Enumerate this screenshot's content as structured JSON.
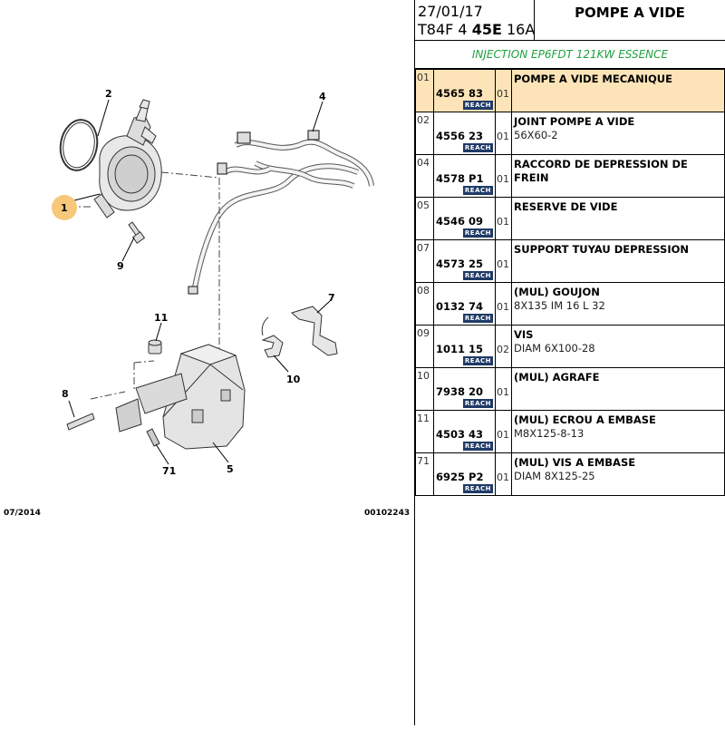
{
  "header": {
    "date": "27/01/17",
    "code_prefix": "T84F 4",
    "code_bold": "45E",
    "code_suffix": "16A",
    "title": "POMPE A VIDE"
  },
  "engine": "INJECTION EP6FDT 121KW ESSENCE",
  "footer": {
    "date": "07/2014",
    "ref": "00102243"
  },
  "reach_label": "REACH",
  "callouts": [
    "1",
    "2",
    "4",
    "5",
    "7",
    "8",
    "9",
    "10",
    "11",
    "71"
  ],
  "parts": [
    {
      "idx": "01",
      "ref_a": "4565",
      "ref_b": "83",
      "qty": "01",
      "name": "POMPE A VIDE MECANIQUE",
      "detail": ""
    },
    {
      "idx": "02",
      "ref_a": "4556",
      "ref_b": "23",
      "qty": "01",
      "name": "JOINT POMPE A VIDE",
      "detail": "56X60-2"
    },
    {
      "idx": "04",
      "ref_a": "4578",
      "ref_b": "P1",
      "qty": "01",
      "name": "RACCORD DE DEPRESSION DE FREIN",
      "detail": ""
    },
    {
      "idx": "05",
      "ref_a": "4546",
      "ref_b": "09",
      "qty": "01",
      "name": "RESERVE DE VIDE",
      "detail": ""
    },
    {
      "idx": "07",
      "ref_a": "4573",
      "ref_b": "25",
      "qty": "01",
      "name": "SUPPORT TUYAU DEPRESSION",
      "detail": ""
    },
    {
      "idx": "08",
      "ref_a": "0132",
      "ref_b": "74",
      "qty": "01",
      "name": "(MUL) GOUJON",
      "detail": "8X135 IM 16 L 32"
    },
    {
      "idx": "09",
      "ref_a": "1011",
      "ref_b": "15",
      "qty": "02",
      "name": "VIS",
      "detail": "DIAM 6X100-28"
    },
    {
      "idx": "10",
      "ref_a": "7938",
      "ref_b": "20",
      "qty": "01",
      "name": "(MUL) AGRAFE",
      "detail": ""
    },
    {
      "idx": "11",
      "ref_a": "4503",
      "ref_b": "43",
      "qty": "01",
      "name": "(MUL) ECROU A EMBASE",
      "detail": "M8X125-8-13"
    },
    {
      "idx": "71",
      "ref_a": "6925",
      "ref_b": "P2",
      "qty": "01",
      "name": "(MUL) VIS A EMBASE",
      "detail": "DIAM 8X125-25"
    }
  ],
  "colors": {
    "highlight": "#fde4b8",
    "reach_bg": "#1f3a66",
    "engine_text": "#1ea13e",
    "callout_highlight": "#f7c77a"
  }
}
